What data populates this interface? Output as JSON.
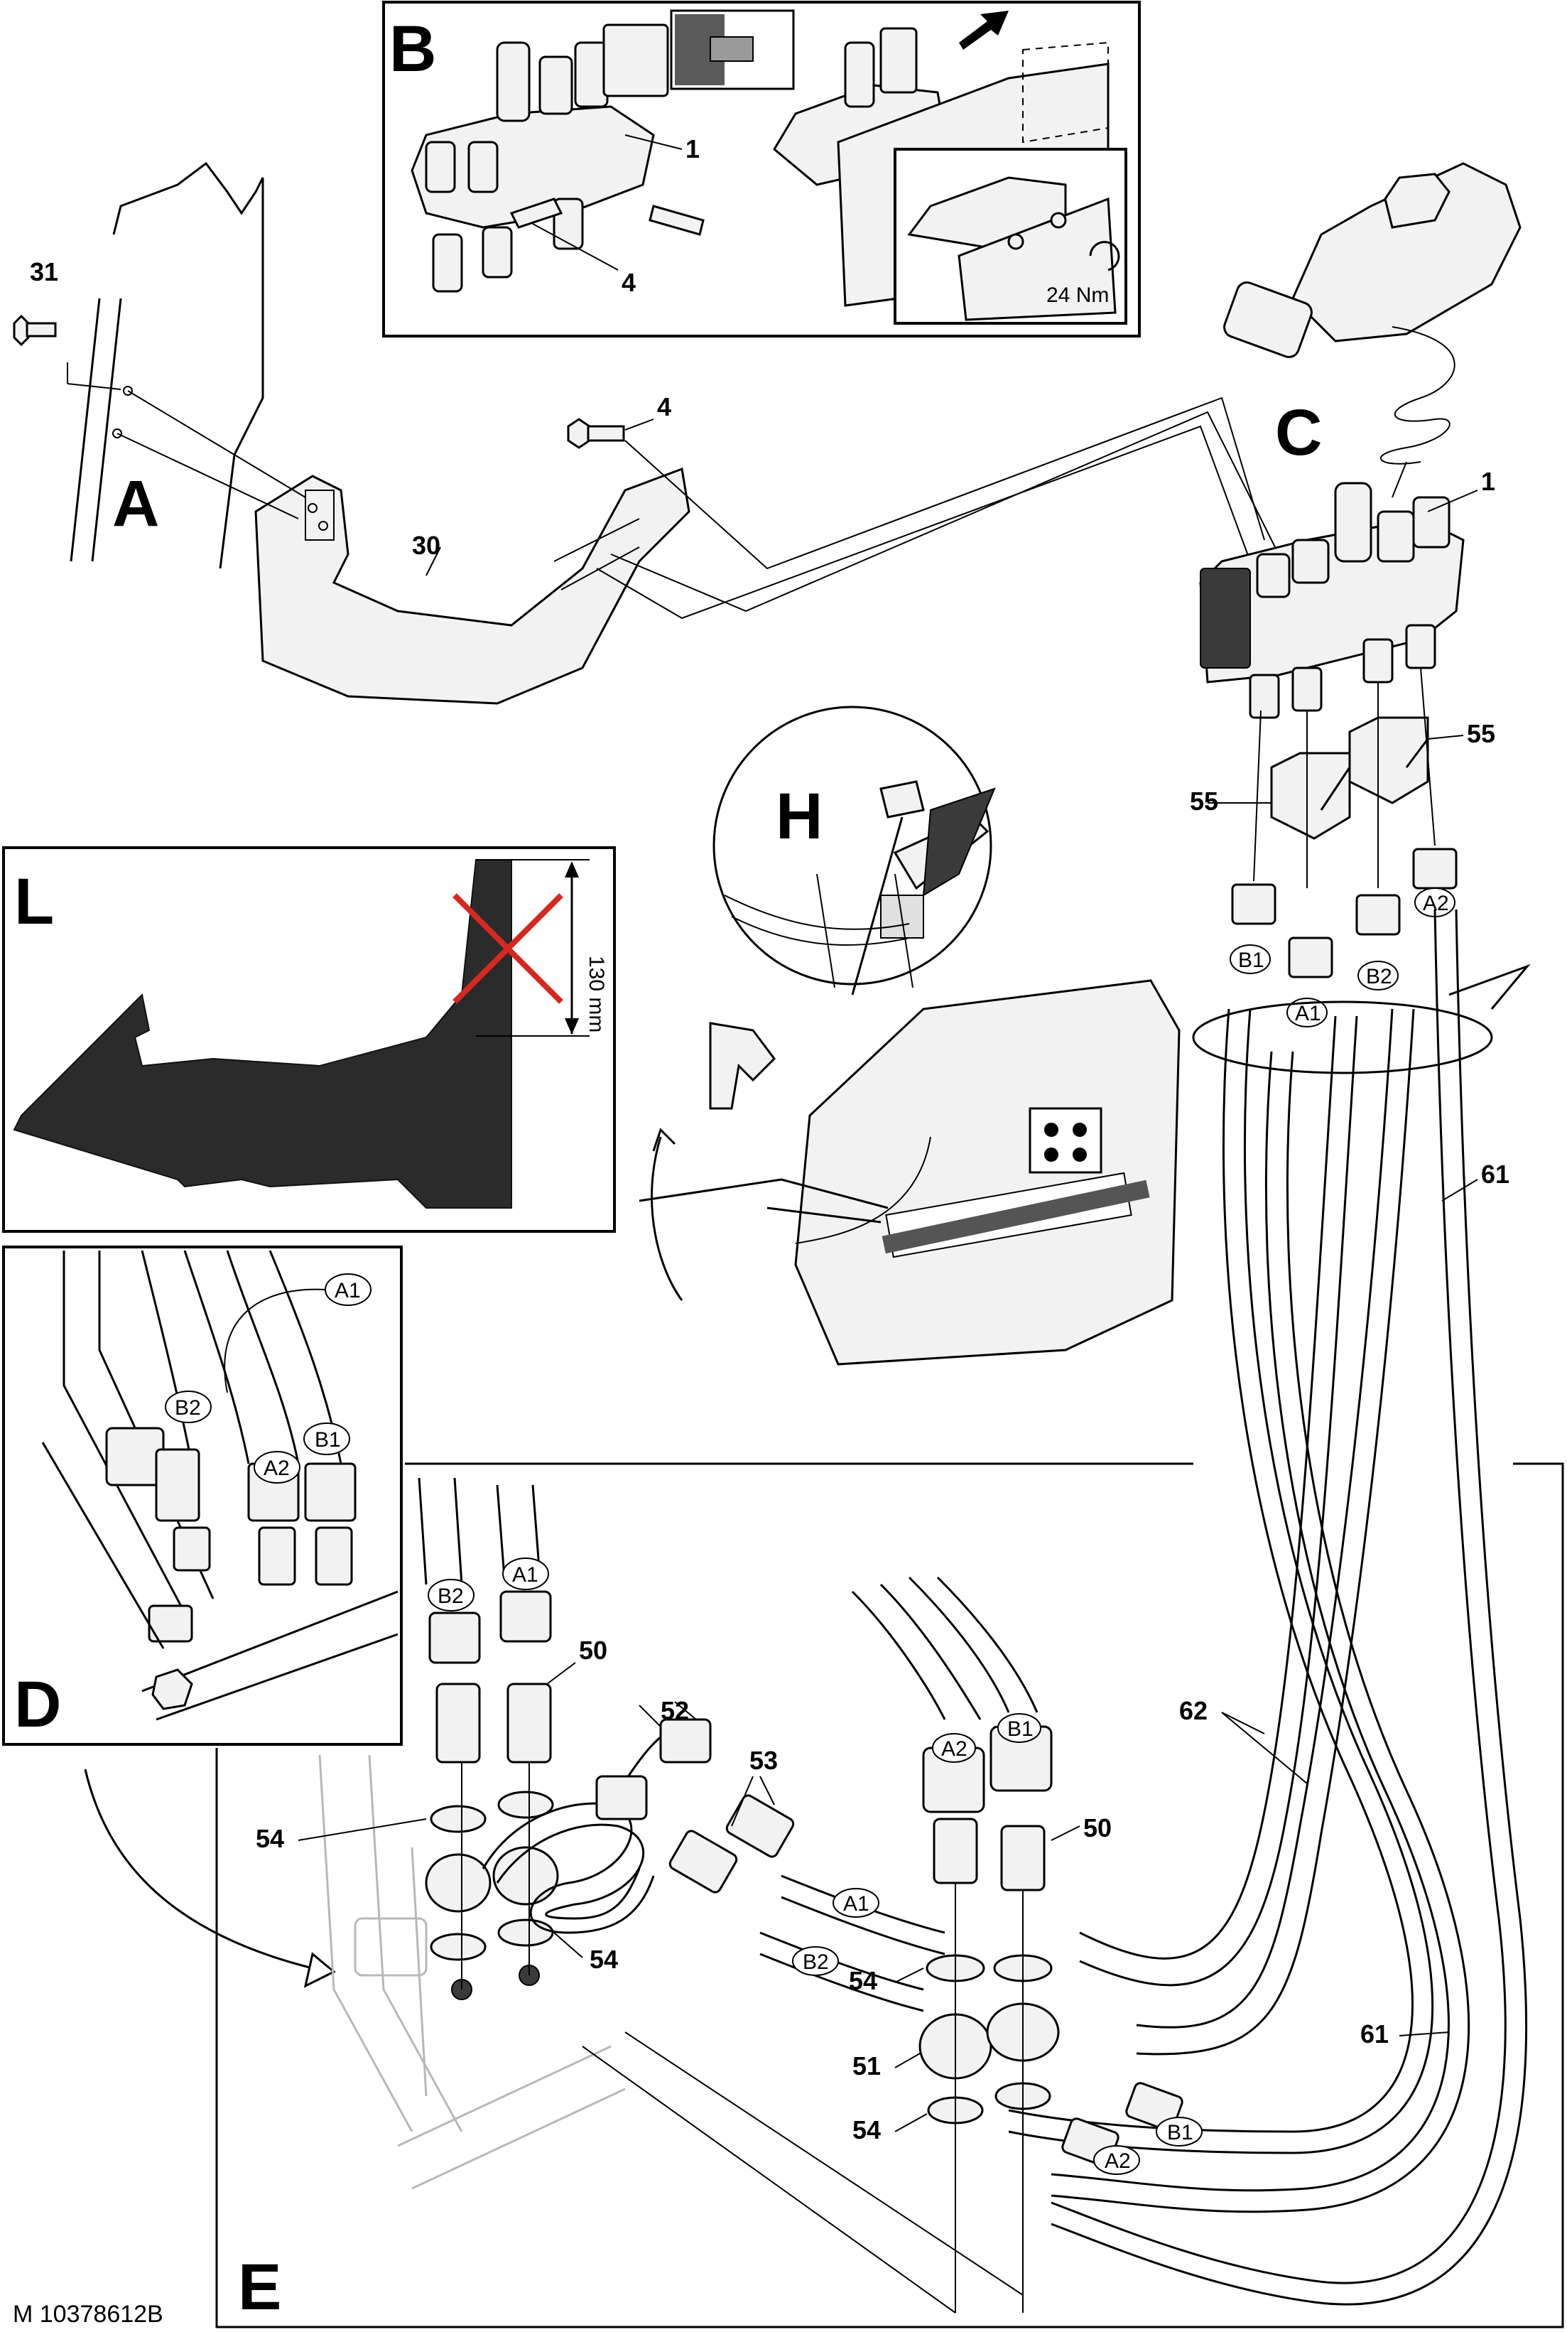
{
  "document_code": "M 10378612B",
  "detail_letters": {
    "A": "A",
    "B": "B",
    "C": "C",
    "D": "D",
    "E": "E",
    "H": "H",
    "L": "L"
  },
  "detail_b": {
    "part_1": "1",
    "part_4": "4",
    "torque": "24 Nm"
  },
  "detail_a": {
    "part_31": "31",
    "part_4": "4",
    "part_30": "30"
  },
  "detail_c": {
    "part_1": "1",
    "part_55_left": "55",
    "part_55_right": "55",
    "part_61": "61",
    "port_b1": "B1",
    "port_a1": "A1",
    "port_b2": "B2",
    "port_a2": "A2"
  },
  "detail_l": {
    "dimension": "130 mm"
  },
  "detail_d": {
    "port_a1": "A1",
    "port_b2": "B2",
    "port_a2": "A2",
    "port_b1": "B1"
  },
  "detail_e": {
    "part_50_left": "50",
    "part_50_right": "50",
    "part_52": "52",
    "part_53": "53",
    "part_54_left_top": "54",
    "part_54_left_bottom": "54",
    "part_54_right_top": "54",
    "part_54_right_bottom": "54",
    "part_51": "51",
    "part_62": "62",
    "part_61": "61",
    "port_b2_top": "B2",
    "port_a1_top": "A1",
    "port_a2_top": "A2",
    "port_b1_top": "B1",
    "port_a1_hose": "A1",
    "port_b2_hose": "B2",
    "port_b1_hose": "B1",
    "port_a2_hose": "A2"
  }
}
